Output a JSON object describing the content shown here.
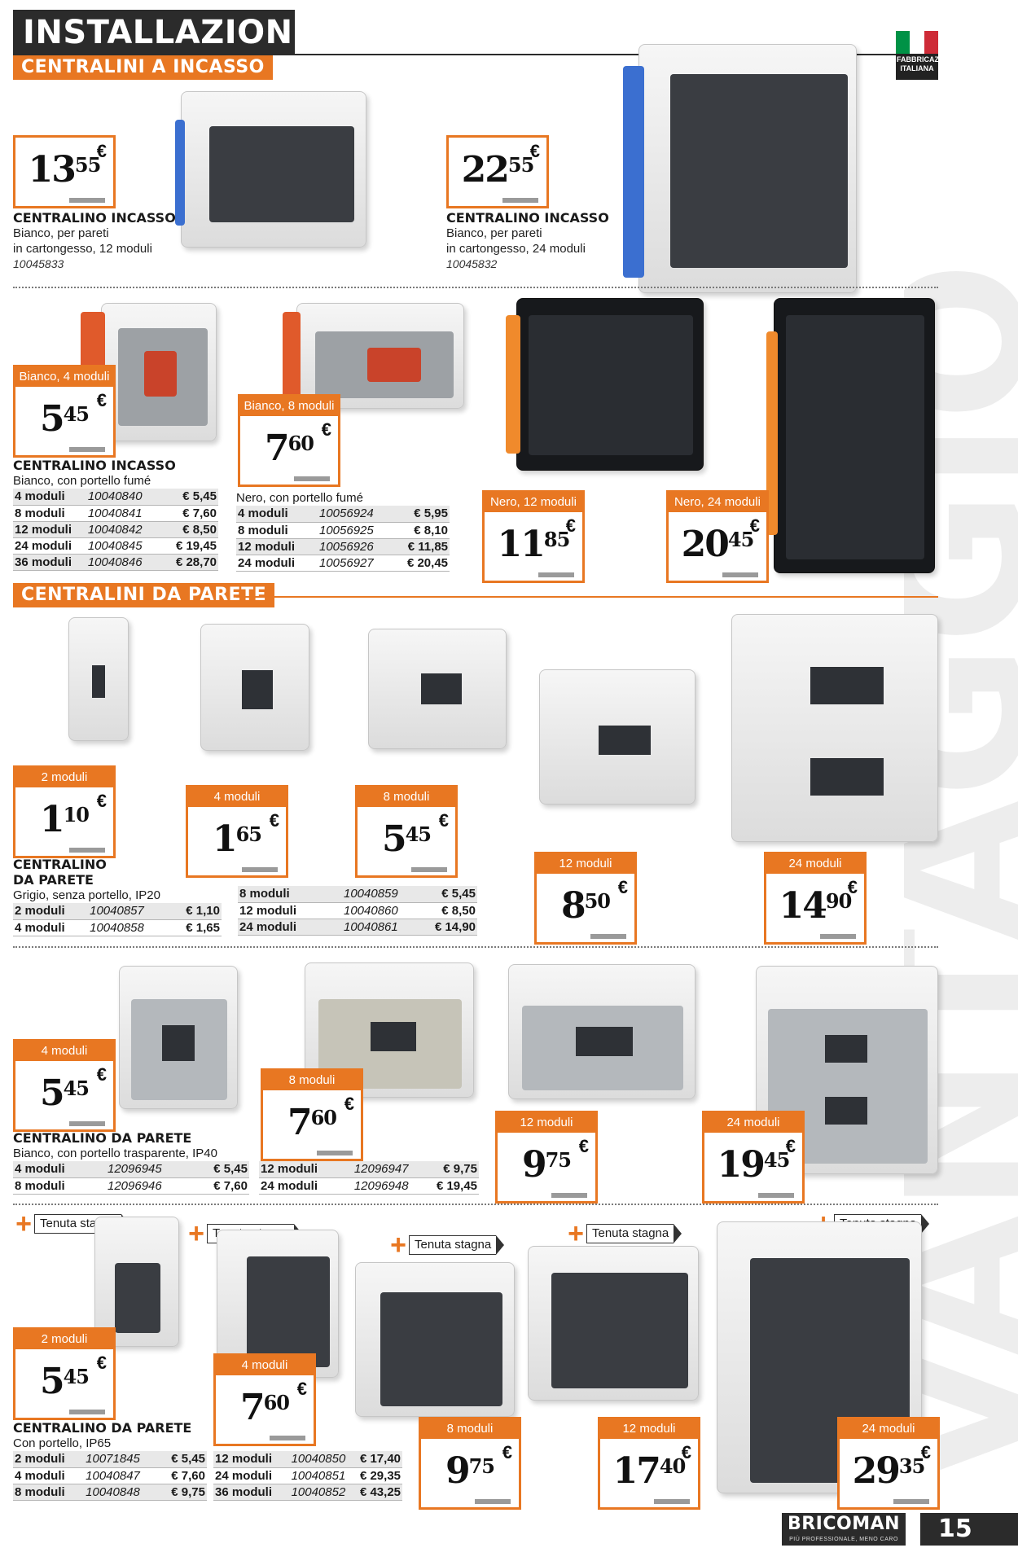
{
  "header": {
    "title": "INSTALLAZIONE",
    "flag_label": "FABBRICAZIONE ITALIANA",
    "flag_colors": [
      "#009246",
      "#ffffff",
      "#ce2b37"
    ],
    "watermark": "VANTAGGIO"
  },
  "sections": {
    "incasso": "CENTRALINI A INCASSO",
    "parete": "CENTRALINI DA PARETE"
  },
  "colors": {
    "accent": "#e87722",
    "dark": "#2b2b2b"
  },
  "incasso_12": {
    "title": "CENTRALINO INCASSO",
    "desc1": "Bianco, per pareti",
    "desc2": "in cartongesso, 12 moduli",
    "code": "10045833",
    "price_int": "13",
    "price_dec": "55"
  },
  "incasso_24": {
    "title": "CENTRALINO INCASSO",
    "desc1": "Bianco, per pareti",
    "desc2": "in cartongesso, 24 moduli",
    "code": "10045832",
    "price_int": "22",
    "price_dec": "55"
  },
  "fume": {
    "title": "CENTRALINO INCASSO",
    "white_desc": "Bianco, con portello fumé",
    "black_desc": "Nero, con portello fumé",
    "white_rows": [
      {
        "mod": "4 moduli",
        "code": "10040840",
        "price": "€ 5,45"
      },
      {
        "mod": "8 moduli",
        "code": "10040841",
        "price": "€ 7,60"
      },
      {
        "mod": "12 moduli",
        "code": "10040842",
        "price": "€ 8,50"
      },
      {
        "mod": "24 moduli",
        "code": "10040845",
        "price": "€ 19,45"
      },
      {
        "mod": "36 moduli",
        "code": "10040846",
        "price": "€ 28,70"
      }
    ],
    "black_rows": [
      {
        "mod": "4 moduli",
        "code": "10056924",
        "price": "€ 5,95"
      },
      {
        "mod": "8 moduli",
        "code": "10056925",
        "price": "€ 8,10"
      },
      {
        "mod": "12 moduli",
        "code": "10056926",
        "price": "€ 11,85"
      },
      {
        "mod": "24 moduli",
        "code": "10056927",
        "price": "€ 20,45"
      }
    ],
    "tags": [
      {
        "label": "Bianco, 4 moduli",
        "int": "5",
        "dec": "45"
      },
      {
        "label": "Bianco, 8 moduli",
        "int": "7",
        "dec": "60"
      },
      {
        "label": "Nero, 12 moduli",
        "int": "11",
        "dec": "85"
      },
      {
        "label": "Nero, 24 moduli",
        "int": "20",
        "dec": "45"
      }
    ]
  },
  "ip20": {
    "title1": "CENTRALINO",
    "title2": "DA PARETE",
    "desc": "Grigio, senza portello, IP20",
    "rows_a": [
      {
        "mod": "2 moduli",
        "code": "10040857",
        "price": "€ 1,10"
      },
      {
        "mod": "4 moduli",
        "code": "10040858",
        "price": "€ 1,65"
      }
    ],
    "rows_b": [
      {
        "mod": "8 moduli",
        "code": "10040859",
        "price": "€ 5,45"
      },
      {
        "mod": "12 moduli",
        "code": "10040860",
        "price": "€ 8,50"
      },
      {
        "mod": "24 moduli",
        "code": "10040861",
        "price": "€ 14,90"
      }
    ],
    "tags": [
      {
        "label": "2 moduli",
        "int": "1",
        "dec": "10"
      },
      {
        "label": "4 moduli",
        "int": "1",
        "dec": "65"
      },
      {
        "label": "8 moduli",
        "int": "5",
        "dec": "45"
      },
      {
        "label": "12 moduli",
        "int": "8",
        "dec": "50"
      },
      {
        "label": "24 moduli",
        "int": "14",
        "dec": "90"
      }
    ]
  },
  "ip40": {
    "title": "CENTRALINO DA PARETE",
    "desc": "Bianco, con portello trasparente, IP40",
    "rows_a": [
      {
        "mod": "4 moduli",
        "code": "12096945",
        "price": "€ 5,45"
      },
      {
        "mod": "8 moduli",
        "code": "12096946",
        "price": "€ 7,60"
      }
    ],
    "rows_b": [
      {
        "mod": "12 moduli",
        "code": "12096947",
        "price": "€ 9,75"
      },
      {
        "mod": "24 moduli",
        "code": "12096948",
        "price": "€ 19,45"
      }
    ],
    "tags": [
      {
        "label": "4 moduli",
        "int": "5",
        "dec": "45"
      },
      {
        "label": "8 moduli",
        "int": "7",
        "dec": "60"
      },
      {
        "label": "12 moduli",
        "int": "9",
        "dec": "75"
      },
      {
        "label": "24 moduli",
        "int": "19",
        "dec": "45"
      }
    ]
  },
  "ip65": {
    "title": "CENTRALINO DA PARETE",
    "desc": "Con portello, IP65",
    "badge": "Tenuta stagna",
    "rows_a": [
      {
        "mod": "2 moduli",
        "code": "10071845",
        "price": "€ 5,45"
      },
      {
        "mod": "4 moduli",
        "code": "10040847",
        "price": "€ 7,60"
      },
      {
        "mod": "8 moduli",
        "code": "10040848",
        "price": "€ 9,75"
      }
    ],
    "rows_b": [
      {
        "mod": "12 moduli",
        "code": "10040850",
        "price": "€ 17,40"
      },
      {
        "mod": "24 moduli",
        "code": "10040851",
        "price": "€ 29,35"
      },
      {
        "mod": "36 moduli",
        "code": "10040852",
        "price": "€ 43,25"
      }
    ],
    "tags": [
      {
        "label": "2 moduli",
        "int": "5",
        "dec": "45"
      },
      {
        "label": "4 moduli",
        "int": "7",
        "dec": "60"
      },
      {
        "label": "8 moduli",
        "int": "9",
        "dec": "75"
      },
      {
        "label": "12 moduli",
        "int": "17",
        "dec": "40"
      },
      {
        "label": "24 moduli",
        "int": "29",
        "dec": "35"
      }
    ]
  },
  "currency": "€",
  "footer": {
    "brand": "BRICOMAN",
    "slogan": "PIÙ PROFESSIONALE, MENO CARO",
    "page": "15"
  }
}
